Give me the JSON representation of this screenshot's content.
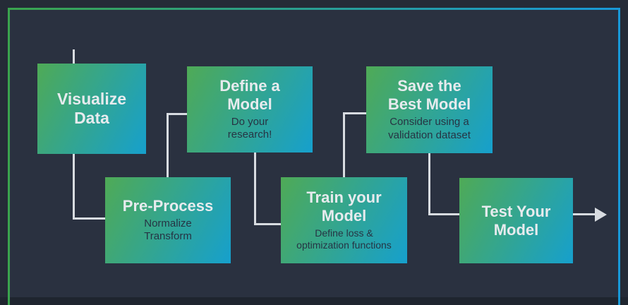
{
  "theme": {
    "background": "#2a3140",
    "outer_margin": "#252b37",
    "footer_strip": "#1f252f",
    "frame_gradient_left": "#3aa44e",
    "frame_gradient_right": "#1899d8",
    "box_gradient_start": "#4faa56",
    "box_gradient_end": "#16a0cd",
    "connector_color": "#d8dce1",
    "title_color": "#e7ebee",
    "subtitle_color": "#263444"
  },
  "diagram": {
    "steps": [
      {
        "id": "visualize-data",
        "title": "Visualize\nData",
        "subtitle": ""
      },
      {
        "id": "pre-process",
        "title": "Pre-Process",
        "subtitle": "Normalize\nTransform"
      },
      {
        "id": "define-a-model",
        "title": "Define a\nModel",
        "subtitle": "Do your\nresearch!"
      },
      {
        "id": "train-your-model",
        "title": "Train your\nModel",
        "subtitle": "Define loss &\noptimization functions"
      },
      {
        "id": "save-the-best-model",
        "title": "Save the\nBest Model",
        "subtitle": "Consider using a\nvalidation dataset"
      },
      {
        "id": "test-your-model",
        "title": "Test Your\nModel",
        "subtitle": ""
      }
    ],
    "edges": [
      {
        "from": "offscreen-top",
        "to": "visualize-data"
      },
      {
        "from": "visualize-data",
        "to": "pre-process"
      },
      {
        "from": "pre-process",
        "to": "define-a-model"
      },
      {
        "from": "define-a-model",
        "to": "train-your-model"
      },
      {
        "from": "train-your-model",
        "to": "save-the-best-model"
      },
      {
        "from": "save-the-best-model",
        "to": "test-your-model"
      },
      {
        "from": "test-your-model",
        "to": "offscreen-right"
      }
    ]
  }
}
